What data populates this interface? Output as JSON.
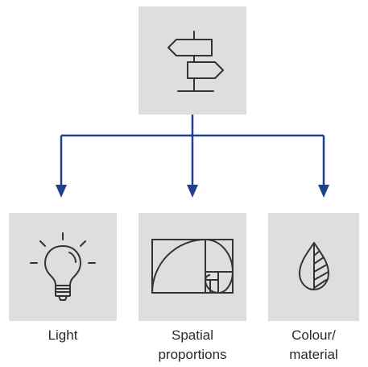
{
  "captions": {
    "light": "Light",
    "spatial": "Spatial\nproportions",
    "colour": "Colour/\nmaterial"
  },
  "icons": {
    "top": "signpost-icon",
    "light": "lightbulb-icon",
    "spatial": "golden-spiral-icon",
    "colour": "leaf-drop-icon"
  },
  "colors": {
    "tile_background": "#dedede",
    "arrow": "#1f3f8f",
    "icon_stroke": "#333333",
    "caption_text": "#2a2a2a"
  }
}
